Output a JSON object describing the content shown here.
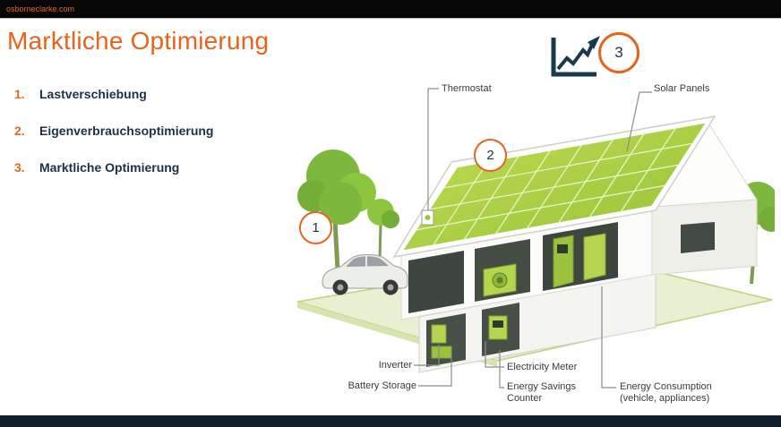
{
  "header": {
    "site": "osborneclarke.com",
    "title": "Marktliche Optimierung",
    "badge": "3"
  },
  "list": {
    "items": [
      {
        "num": "1.",
        "label": "Lastverschiebung"
      },
      {
        "num": "2.",
        "label": "Eigenverbrauchsoptimierung"
      },
      {
        "num": "3.",
        "label": "Marktliche Optimierung"
      }
    ]
  },
  "diagram": {
    "labels": {
      "thermostat": "Thermostat",
      "solar_panels": "Solar Panels",
      "inverter": "Inverter",
      "battery_storage": "Battery Storage",
      "electricity_meter": "Electricity Meter",
      "energy_savings_counter": "Energy Savings Counter",
      "energy_consumption_1": "Energy Consumption",
      "energy_consumption_2": "(vehicle, appliances)"
    },
    "markers": {
      "load_shift": "1",
      "self_consumption": "2"
    }
  },
  "colors": {
    "accent_orange": "#e8641e",
    "navy": "#1d3146",
    "lime": "#b5d44f",
    "panel_green": "#9cc13d",
    "icon_navy": "#173a4d",
    "footer": "#121e29"
  }
}
